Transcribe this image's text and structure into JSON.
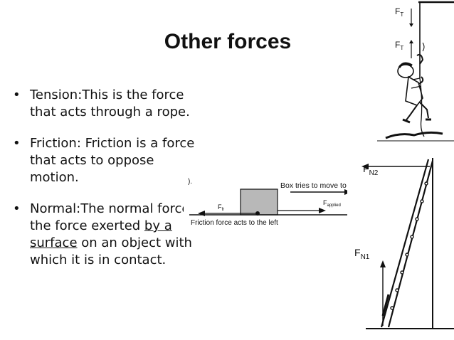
{
  "slide": {
    "title": "Other forces",
    "bullet_char": "•",
    "bullets": [
      {
        "lines": [
          "Tension:This is the force",
          "that acts through a rope."
        ]
      },
      {
        "lines": [
          "Friction: Friction is a force",
          "that acts to oppose",
          "motion."
        ]
      },
      {
        "line1": "Normal:The normal force is",
        "line2_prefix": "the force exerted ",
        "line2_underlined": "by a",
        "line3_underlined": "surface",
        "line3_suffix": " on an object with",
        "line4": "which it is in contact."
      }
    ]
  },
  "figures": {
    "rope": {
      "label_top": "F",
      "label_top_sub": "T",
      "label_bottom": "F",
      "label_bottom_sub": "T"
    },
    "box": {
      "partial_char": ").",
      "tries_label": "Box tries to move to th",
      "friction_label": "F",
      "friction_sub": "fr",
      "applied_label": "F",
      "applied_sub": "applied",
      "caption": "Friction force acts to the left"
    },
    "ladder": {
      "top_label": "F",
      "top_sub": "N2",
      "bottom_label": "F",
      "bottom_sub": "N1"
    }
  },
  "colors": {
    "background": "#ffffff",
    "text": "#111111",
    "box_fill": "#b8b8b8"
  }
}
